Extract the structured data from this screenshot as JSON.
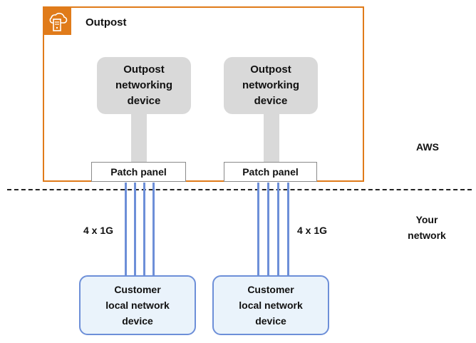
{
  "outpost": {
    "title": "Outpost"
  },
  "outpost_devices": [
    {
      "label": "Outpost\nnetworking\ndevice"
    },
    {
      "label": "Outpost\nnetworking\ndevice"
    }
  ],
  "patch_panels": [
    {
      "label": "Patch panel"
    },
    {
      "label": "Patch panel"
    }
  ],
  "links": [
    {
      "label": "4 x 1G"
    },
    {
      "label": "4 x 1G"
    }
  ],
  "zones": {
    "aws": "AWS",
    "your_network": "Your\nnetwork"
  },
  "customer_devices": [
    {
      "label": "Customer\nlocal network\ndevice"
    },
    {
      "label": "Customer\nlocal network\ndevice"
    }
  ],
  "colors": {
    "outpost_border": "#e07b1a",
    "cable": "#6d8fd8",
    "device_fill": "#d9d9d9",
    "customer_fill": "#eaf3fb"
  }
}
